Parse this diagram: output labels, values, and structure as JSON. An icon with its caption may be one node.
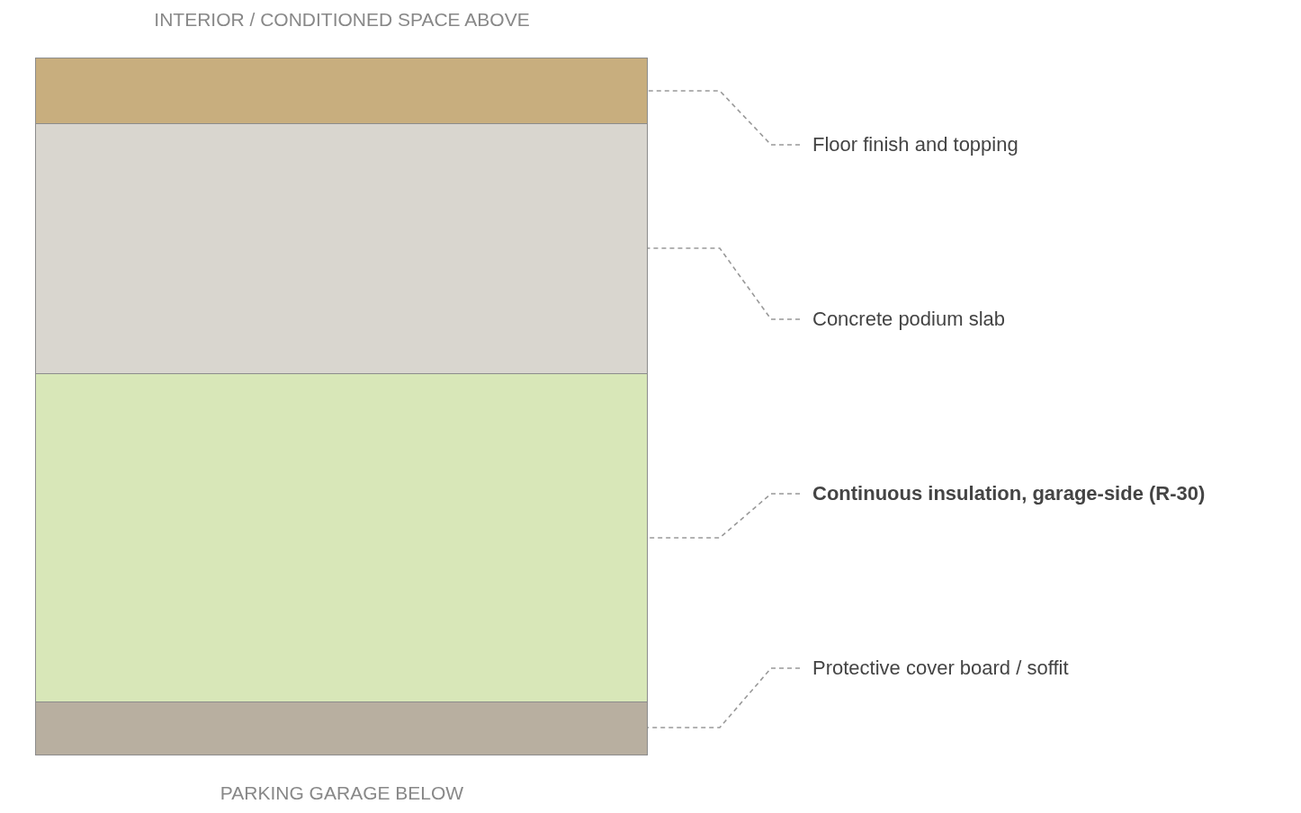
{
  "diagram": {
    "nodes": [
      {
        "text": [],
        "shape": "box"
      },
      {
        "text": [],
        "shape": "box"
      },
      {
        "text": [],
        "shape": "box"
      },
      {
        "text": [],
        "shape": "box"
      },
      {
        "text": [
          "Floor finish and topping"
        ]
      },
      {
        "text": [
          "Concrete podium slab"
        ]
      },
      {
        "text": [
          "Continuous insulation, garage-side (R-30)"
        ]
      },
      {
        "text": [
          "Protective cover board / soffit"
        ]
      }
    ],
    "edges": [
      {
        "from": 4,
        "to": 0,
        "arrow": "none",
        "style": "dashed"
      },
      {
        "from": 5,
        "to": 1,
        "arrow": "none",
        "style": "dashed"
      },
      {
        "from": 6,
        "to": 2,
        "arrow": "none",
        "style": "dashed"
      },
      {
        "from": 7,
        "to": 3,
        "arrow": "none",
        "style": "dashed"
      }
    ],
    "labels": [
      "INTERIOR / CONDITIONED SPACE ABOVE",
      "PARKING GARAGE BELOW"
    ]
  }
}
